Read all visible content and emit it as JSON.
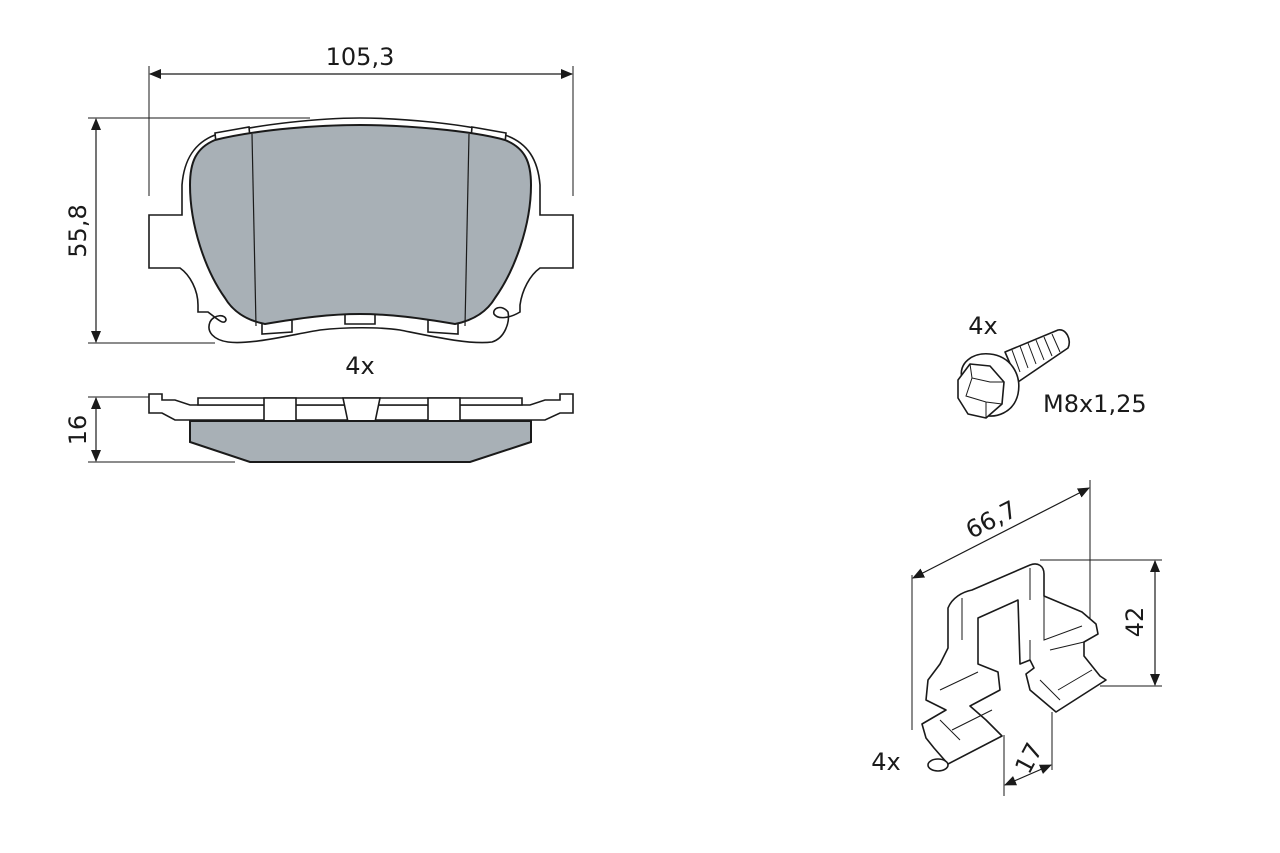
{
  "drawing": {
    "pad_width": "105,3",
    "pad_height": "55,8",
    "pad_quantity": "4x",
    "pad_thickness": "16",
    "bolt_quantity": "4x",
    "bolt_thread": "M8x1,25",
    "spring_length": "66,7",
    "spring_height": "42",
    "spring_quantity": "4x",
    "spring_width": "17"
  },
  "colors": {
    "friction_material": "#a8b0b6",
    "line": "#1a1a1a",
    "background": "#ffffff"
  }
}
